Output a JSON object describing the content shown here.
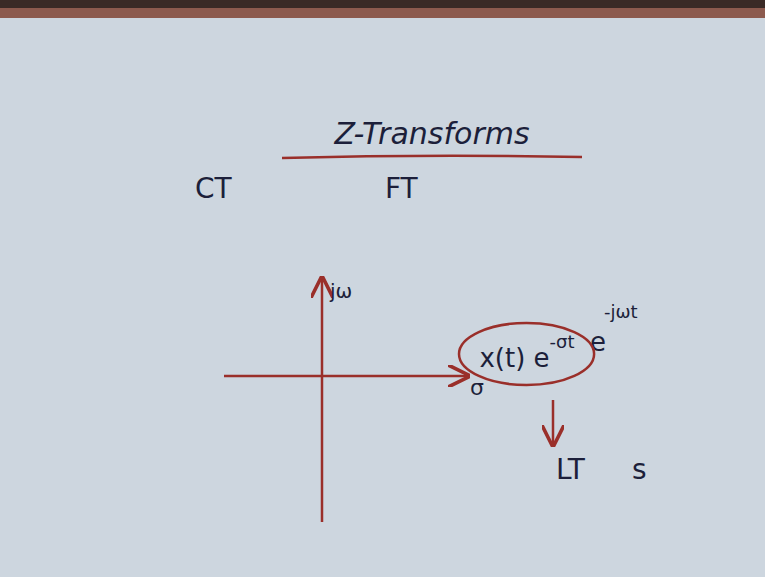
{
  "diagram": {
    "title": "Z-Transforms",
    "nodes": [
      {
        "text": [
          "x(t) e",
          "-σt"
        ]
      }
    ],
    "labels": [
      "CT",
      "FT",
      "jω",
      "σ",
      "e",
      "-jωt",
      "LT",
      "s"
    ]
  }
}
